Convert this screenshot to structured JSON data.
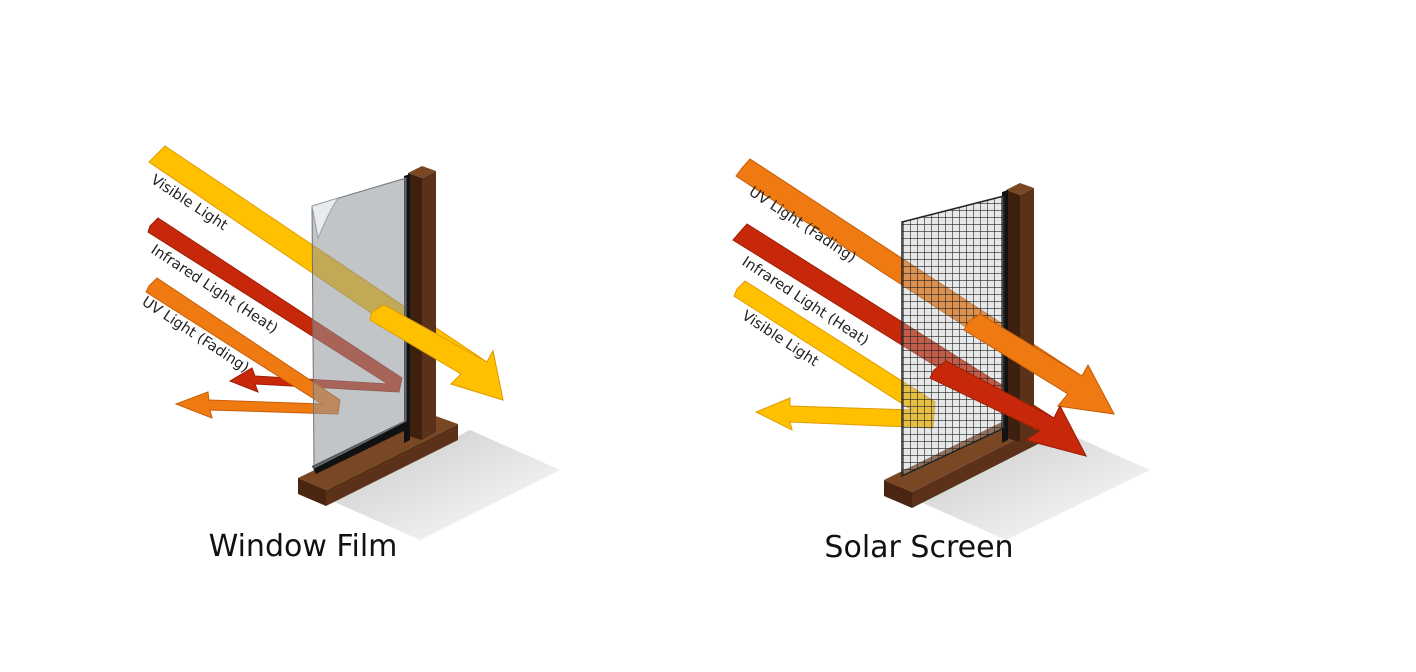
{
  "colors": {
    "visible": "#FFC000",
    "infrared": "#C8280A",
    "uv": "#F07A12",
    "frame": "#5B3219",
    "frame_light": "#7A4724",
    "frame_dark": "#3E200E",
    "glass": "#9AA0A6",
    "screen": "#2C2C2C"
  },
  "panels": [
    {
      "title": "Window Film",
      "rays": [
        {
          "label": "Visible Light",
          "kind": "visible",
          "outcome": "transmitted"
        },
        {
          "label": "Infrared Light (Heat)",
          "kind": "infrared",
          "outcome": "reflected"
        },
        {
          "label": "UV Light (Fading)",
          "kind": "uv",
          "outcome": "reflected"
        }
      ]
    },
    {
      "title": "Solar Screen",
      "rays": [
        {
          "label": "UV Light (Fading)",
          "kind": "uv",
          "outcome": "transmitted"
        },
        {
          "label": "Infrared Light (Heat)",
          "kind": "infrared",
          "outcome": "transmitted"
        },
        {
          "label": "Visible Light",
          "kind": "visible",
          "outcome": "reflected"
        }
      ]
    }
  ]
}
